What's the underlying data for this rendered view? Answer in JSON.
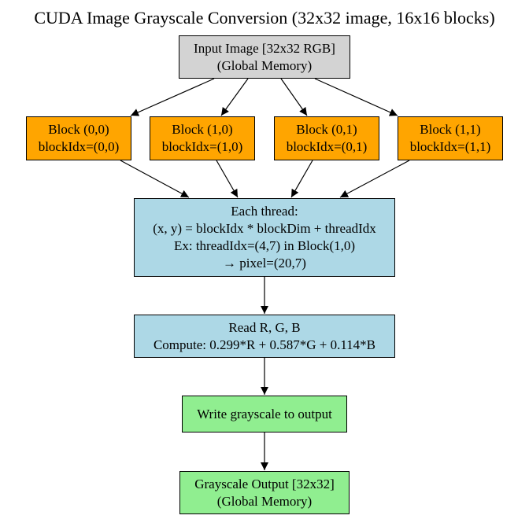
{
  "title": "CUDA Image Grayscale Conversion (32x32 image, 16x16 blocks)",
  "nodes": {
    "input": {
      "line1": "Input Image [32x32 RGB]",
      "line2": "(Global Memory)"
    },
    "block00": {
      "line1": "Block (0,0)",
      "line2": "blockIdx=(0,0)"
    },
    "block10": {
      "line1": "Block (1,0)",
      "line2": "blockIdx=(1,0)"
    },
    "block01": {
      "line1": "Block (0,1)",
      "line2": "blockIdx=(0,1)"
    },
    "block11": {
      "line1": "Block (1,1)",
      "line2": "blockIdx=(1,1)"
    },
    "thread": {
      "line1": "Each thread:",
      "line2": "(x, y) = blockIdx * blockDim + threadIdx",
      "line3": "Ex: threadIdx=(4,7) in Block(1,0)",
      "line4": "→ pixel=(20,7)"
    },
    "compute": {
      "line1": "Read R, G, B",
      "line2": "Compute: 0.299*R + 0.587*G + 0.114*B"
    },
    "write": {
      "line1": "Write grayscale to output"
    },
    "output": {
      "line1": "Grayscale Output [32x32]",
      "line2": "(Global Memory)"
    }
  },
  "colors": {
    "input": "#d3d3d3",
    "blocks": "#ffa500",
    "compute": "#add8e6",
    "output": "#90ee90"
  }
}
